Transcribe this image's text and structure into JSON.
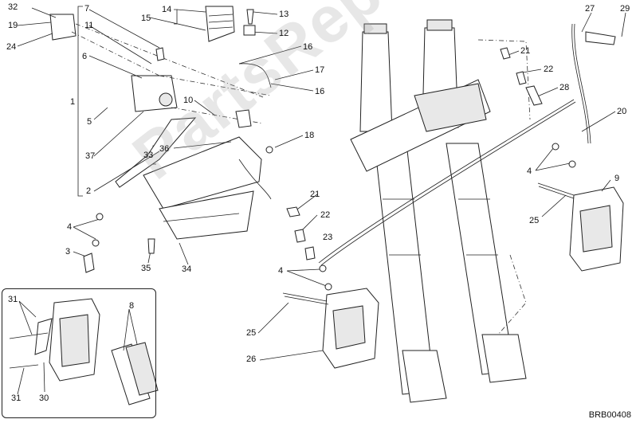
{
  "diagram": {
    "watermark": "PartsRepublik",
    "drawing_code": "BRB00408",
    "labels": [
      {
        "id": "l32",
        "text": "32"
      },
      {
        "id": "l19",
        "text": "19"
      },
      {
        "id": "l24",
        "text": "24"
      },
      {
        "id": "l7",
        "text": "7"
      },
      {
        "id": "l11",
        "text": "11"
      },
      {
        "id": "l6",
        "text": "6"
      },
      {
        "id": "l1",
        "text": "1"
      },
      {
        "id": "l5",
        "text": "5"
      },
      {
        "id": "l37",
        "text": "37"
      },
      {
        "id": "l2",
        "text": "2"
      },
      {
        "id": "l4a",
        "text": "4"
      },
      {
        "id": "l3",
        "text": "3"
      },
      {
        "id": "l14",
        "text": "14"
      },
      {
        "id": "l15",
        "text": "15"
      },
      {
        "id": "l13",
        "text": "13"
      },
      {
        "id": "l12",
        "text": "12"
      },
      {
        "id": "l16a",
        "text": "16"
      },
      {
        "id": "l17",
        "text": "17"
      },
      {
        "id": "l16b",
        "text": "16"
      },
      {
        "id": "l10",
        "text": "10"
      },
      {
        "id": "l36",
        "text": "36"
      },
      {
        "id": "l33",
        "text": "33"
      },
      {
        "id": "l18",
        "text": "18"
      },
      {
        "id": "l35",
        "text": "35"
      },
      {
        "id": "l34",
        "text": "34"
      },
      {
        "id": "l21a",
        "text": "21"
      },
      {
        "id": "l22a",
        "text": "22"
      },
      {
        "id": "l21b",
        "text": "21"
      },
      {
        "id": "l22b",
        "text": "22"
      },
      {
        "id": "l23",
        "text": "23"
      },
      {
        "id": "l4b",
        "text": "4"
      },
      {
        "id": "l25a",
        "text": "25"
      },
      {
        "id": "l26",
        "text": "26"
      },
      {
        "id": "l27",
        "text": "27"
      },
      {
        "id": "l29",
        "text": "29"
      },
      {
        "id": "l28",
        "text": "28"
      },
      {
        "id": "l20",
        "text": "20"
      },
      {
        "id": "l4c",
        "text": "4"
      },
      {
        "id": "l9",
        "text": "9"
      },
      {
        "id": "l25b",
        "text": "25"
      },
      {
        "id": "l31a",
        "text": "31"
      },
      {
        "id": "l8",
        "text": "8"
      },
      {
        "id": "l31b",
        "text": "31"
      },
      {
        "id": "l30",
        "text": "30"
      }
    ]
  }
}
